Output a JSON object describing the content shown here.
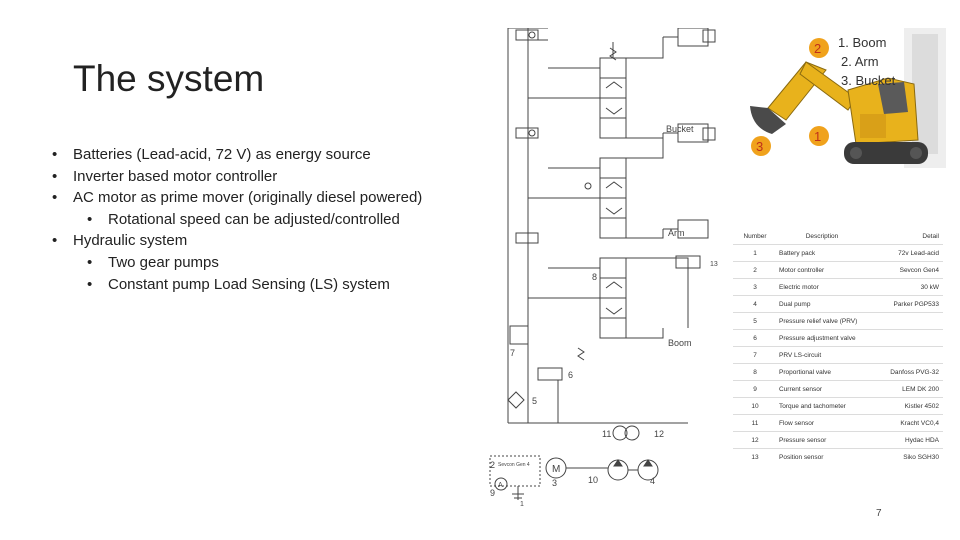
{
  "slide": {
    "title": "The system",
    "page_number": "7"
  },
  "bullets": [
    {
      "text": "Batteries (Lead-acid, 72 V) as energy source"
    },
    {
      "text": "Inverter based motor controller"
    },
    {
      "text": "AC motor as prime mover (originally diesel powered)"
    },
    {
      "text": "Rotational speed can be adjusted/controlled"
    },
    {
      "text": "Hydraulic system"
    },
    {
      "text": "Two gear pumps"
    },
    {
      "text": "Constant pump Load Sensing (LS) system"
    }
  ],
  "excavator": {
    "labels": [
      "1. Boom",
      "2. Arm",
      "3. Bucket"
    ],
    "callouts": [
      "1",
      "2",
      "3"
    ],
    "colors": {
      "body": "#e8b21c",
      "callout": "#f0a21c",
      "callout_text": "#c0301a"
    }
  },
  "schematic": {
    "labels": {
      "bucket": "Bucket",
      "arm": "Arm",
      "boom": "Boom",
      "controller": "Sevcon Gen 4"
    },
    "component_numbers": [
      "1",
      "2",
      "3",
      "4",
      "5",
      "6",
      "7",
      "8",
      "9",
      "10",
      "11",
      "12",
      "13"
    ],
    "symbols": [
      "M",
      "A"
    ]
  },
  "table": {
    "headers": [
      "Number",
      "Description",
      "Detail"
    ],
    "rows": [
      [
        "1",
        "Battery pack",
        "72v Lead-acid"
      ],
      [
        "2",
        "Motor controller",
        "Sevcon Gen4"
      ],
      [
        "3",
        "Electric motor",
        "30 kW"
      ],
      [
        "4",
        "Dual pump",
        "Parker PGP533"
      ],
      [
        "5",
        "Pressure relief valve (PRV)",
        ""
      ],
      [
        "6",
        "Pressure adjustment valve",
        ""
      ],
      [
        "7",
        "PRV LS-circuit",
        ""
      ],
      [
        "8",
        "Proportional valve",
        "Danfoss PVG-32"
      ],
      [
        "9",
        "Current sensor",
        "LEM DK 200"
      ],
      [
        "10",
        "Torque and tachometer",
        "Kistler 4502"
      ],
      [
        "11",
        "Flow sensor",
        "Kracht VC0,4"
      ],
      [
        "12",
        "Pressure sensor",
        "Hydac HDA"
      ],
      [
        "13",
        "Position sensor",
        "Siko SGH30"
      ]
    ]
  }
}
